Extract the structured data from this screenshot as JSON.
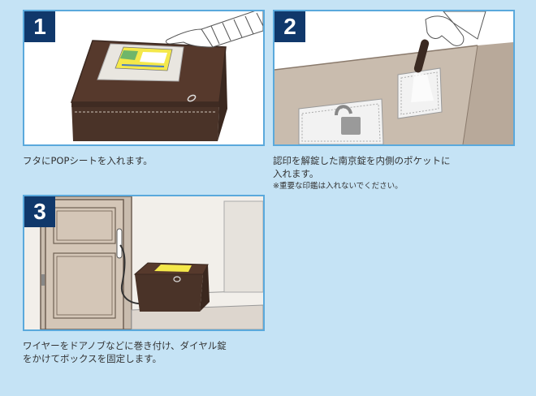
{
  "colors": {
    "background": "#c5e3f5",
    "panel_border": "#5aa9dc",
    "badge": "#10386b",
    "box_brown": "#4a3328",
    "wall_tan": "#c9bcae"
  },
  "steps": [
    {
      "number": "1",
      "caption": "フタにPOPシートを入れます。"
    },
    {
      "number": "2",
      "caption": "認印を解錠した南京錠を内側のポケットに\n入れます。",
      "note": "※重要な印鑑は入れないでください。"
    },
    {
      "number": "3",
      "caption": "ワイヤーをドアノブなどに巻き付け、ダイヤル錠\nをかけてボックスを固定します。"
    }
  ]
}
